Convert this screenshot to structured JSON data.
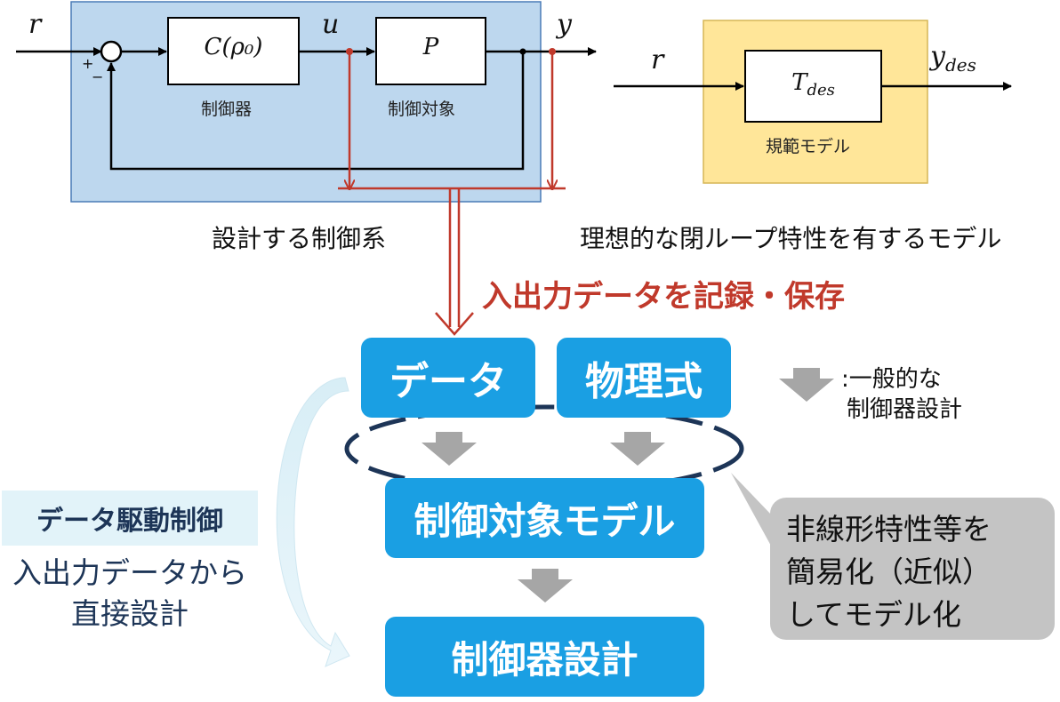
{
  "control_system": {
    "signal_r": "r",
    "signal_u": "u",
    "signal_y": "y",
    "plus_sign": "+",
    "minus_sign": "−",
    "controller_symbol": "C(ρ₀)",
    "controller_label": "制御器",
    "plant_symbol": "P",
    "plant_label": "制御対象",
    "caption": "設計する制御系"
  },
  "reference_model": {
    "signal_r": "r",
    "signal_y": "y",
    "signal_y_sub": "des",
    "block_symbol": "T",
    "block_sub": "des",
    "label": "規範モデル",
    "caption": "理想的な閉ループ特性を有するモデル"
  },
  "data_record_label": "入出力データを記録・保存",
  "flow": {
    "data_box": "データ",
    "physics_box": "物理式",
    "plant_model_box": "制御対象モデル",
    "controller_design_box": "制御器設計"
  },
  "legend": {
    "line1": ":一般的な",
    "line2": "制御器設計"
  },
  "note": {
    "line1": "非線形特性等を",
    "line2": "簡易化（近似）",
    "line3": "してモデル化"
  },
  "data_driven": {
    "title": "データ駆動制御",
    "line1": "入出力データから",
    "line2": "直接設計"
  },
  "colors": {
    "system_bg": "#bdd7ee",
    "model_bg": "#ffe699",
    "red": "#c0392b",
    "blue_box": "#1a9fe3",
    "navy": "#1d3557",
    "gray_arrow": "#a6a6a6"
  }
}
